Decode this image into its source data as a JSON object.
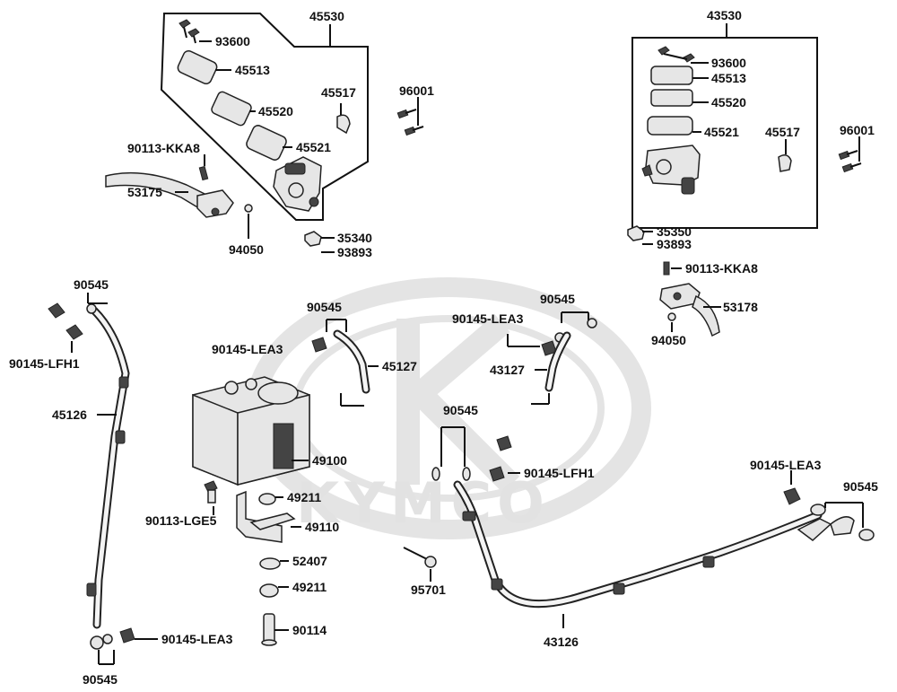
{
  "watermark": {
    "brand": "KYMCO"
  },
  "labels": {
    "p45530": "45530",
    "p93600_l": "93600",
    "p45513_l": "45513",
    "p45520_l": "45520",
    "p45521_l": "45521",
    "p45517_l": "45517",
    "p96001_l": "96001",
    "p90113_kka8_l": "90113-KKA8",
    "p53175": "53175",
    "p94050_l": "94050",
    "p35340": "35340",
    "p93893_l": "93893",
    "p43530": "43530",
    "p93600_r": "93600",
    "p45513_r": "45513",
    "p45520_r": "45520",
    "p45521_r": "45521",
    "p45517_r": "45517",
    "p96001_r": "96001",
    "p35350": "35350",
    "p93893_r": "93893",
    "p90113_kka8_r": "90113-KKA8",
    "p53178": "53178",
    "p94050_r": "94050",
    "p90545_lt": "90545",
    "p90145_lfh1_l": "90145-LFH1",
    "p45126": "45126",
    "p90145_lea3_lb": "90145-LEA3",
    "p90545_lb": "90545",
    "p90545_c": "90545",
    "p90145_lea3_c": "90145-LEA3",
    "p45127": "45127",
    "p49100": "49100",
    "p49211_a": "49211",
    "p90113_lge5": "90113-LGE5",
    "p49110": "49110",
    "p52407": "52407",
    "p49211_b": "49211",
    "p90114": "90114",
    "p90545_cr": "90545",
    "p90145_lea3_cr": "90145-LEA3",
    "p43127": "43127",
    "p90545_m": "90545",
    "p90145_lfh1_m": "90145-LFH1",
    "p95701": "95701",
    "p43126": "43126",
    "p90145_lea3_r": "90145-LEA3",
    "p90545_r": "90545"
  }
}
